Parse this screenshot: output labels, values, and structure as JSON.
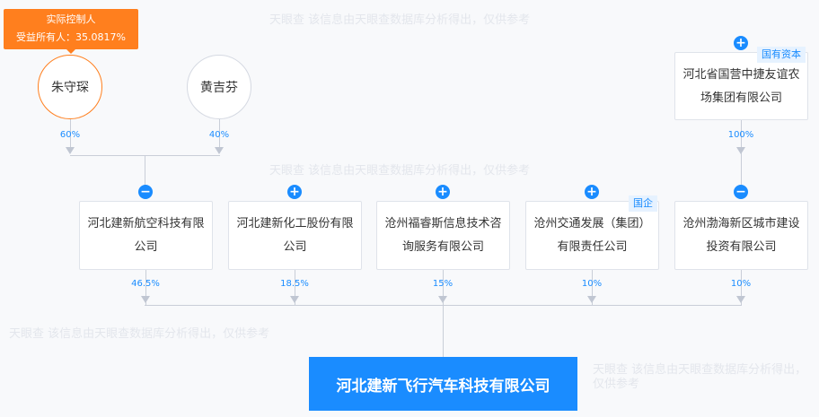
{
  "watermark": "天眼查  该信息由天眼查数据库分析得出，仅供参考",
  "tooltip": {
    "title": "实际控制人",
    "subtitle": "受益所有人：35.0817%"
  },
  "shareholders": [
    {
      "name": "朱守琛",
      "pct": "60%"
    },
    {
      "name": "黄吉芬",
      "pct": "40%"
    }
  ],
  "parent": {
    "name": "河北省国营中捷友谊农场集团有限公司",
    "tag": "国有资本",
    "pct": "100%"
  },
  "investors": [
    {
      "name": "河北建新航空科技有限公司",
      "pct": "46.5%",
      "toggle": "−"
    },
    {
      "name": "河北建新化工股份有限公司",
      "pct": "18.5%",
      "toggle": "+"
    },
    {
      "name": "沧州福睿斯信息技术咨询服务有限公司",
      "pct": "15%",
      "toggle": "+"
    },
    {
      "name": "沧州交通发展（集团）有限责任公司",
      "pct": "10%",
      "toggle": "+",
      "tag": "国企"
    },
    {
      "name": "沧州渤海新区城市建设投资有限公司",
      "pct": "10%",
      "toggle": "−"
    }
  ],
  "parent_toggle": "+",
  "target": {
    "name": "河北建新飞行汽车科技有限公司"
  },
  "colors": {
    "accent": "#1a8cff",
    "controller": "#ff7f1e"
  }
}
